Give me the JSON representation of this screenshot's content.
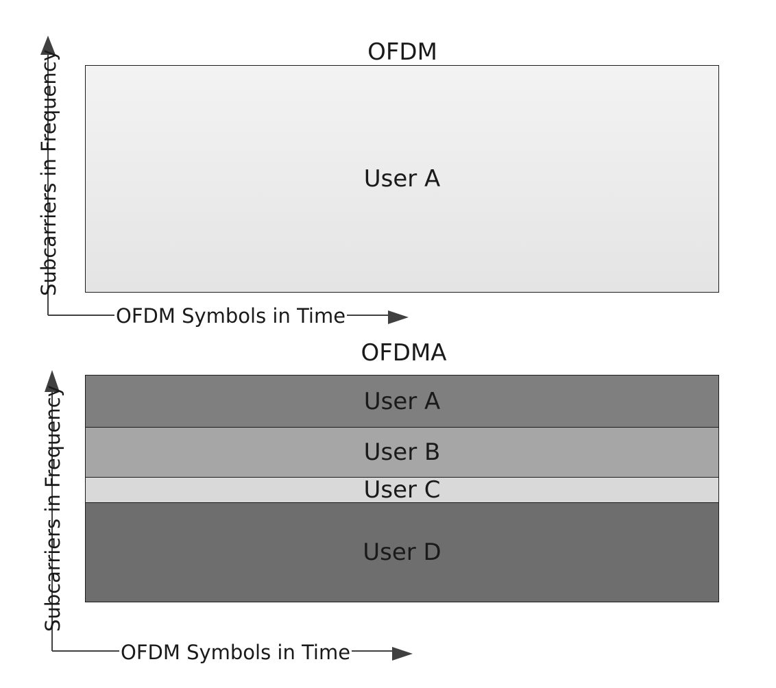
{
  "top": {
    "title": "OFDM",
    "y_axis_label": "Subcarriers in Frequency",
    "x_axis_label": "OFDM Symbols in Time",
    "users": [
      {
        "label": "User A",
        "fill": "#ebebeb"
      }
    ]
  },
  "bottom": {
    "title": "OFDMA",
    "y_axis_label": "Subcarriers in Frequency",
    "x_axis_label": "OFDM Symbols in Time",
    "users": [
      {
        "label": "User A",
        "fill": "#7f7f7f"
      },
      {
        "label": "User B",
        "fill": "#a6a6a6"
      },
      {
        "label": "User C",
        "fill": "#d9d9d9"
      },
      {
        "label": "User D",
        "fill": "#6e6e6e"
      }
    ]
  },
  "colors": {
    "line": "#1a1a1a",
    "arrow": "#404040"
  }
}
